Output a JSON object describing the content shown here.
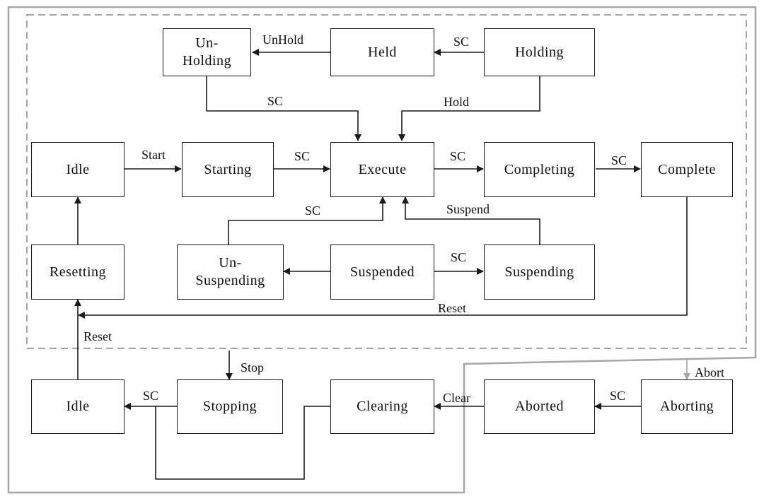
{
  "states": {
    "unholding": {
      "line1": "Un-",
      "line2": "Holding"
    },
    "held": "Held",
    "holding": "Holding",
    "idle_top": "Idle",
    "starting": "Starting",
    "execute": "Execute",
    "completing": "Completing",
    "complete": "Complete",
    "resetting": "Resetting",
    "unsuspending": {
      "line1": "Un-",
      "line2": "Suspending"
    },
    "suspended": "Suspended",
    "suspending": "Suspending",
    "idle_bottom": "Idle",
    "stopping": "Stopping",
    "clearing": "Clearing",
    "aborted": "Aborted",
    "aborting": "Aborting"
  },
  "transitions": {
    "unhold": "UnHold",
    "holding_to_held": "SC",
    "unholding_to_execute": "SC",
    "hold": "Hold",
    "start": "Start",
    "starting_to_execute": "SC",
    "execute_to_completing": "SC",
    "completing_to_complete": "SC",
    "unsuspending_to_execute": "SC",
    "suspend": "Suspend",
    "suspended_to_suspending": "SC",
    "reset_complete": "Reset",
    "reset_idle": "Reset",
    "stop": "Stop",
    "stopping_to_idle": "SC",
    "clear": "Clear",
    "aborting_to_aborted": "SC",
    "abort": "Abort"
  },
  "colors": {
    "line": "#1a1a1a",
    "boundary": "#a6a6a6",
    "background": "#ffffff"
  }
}
